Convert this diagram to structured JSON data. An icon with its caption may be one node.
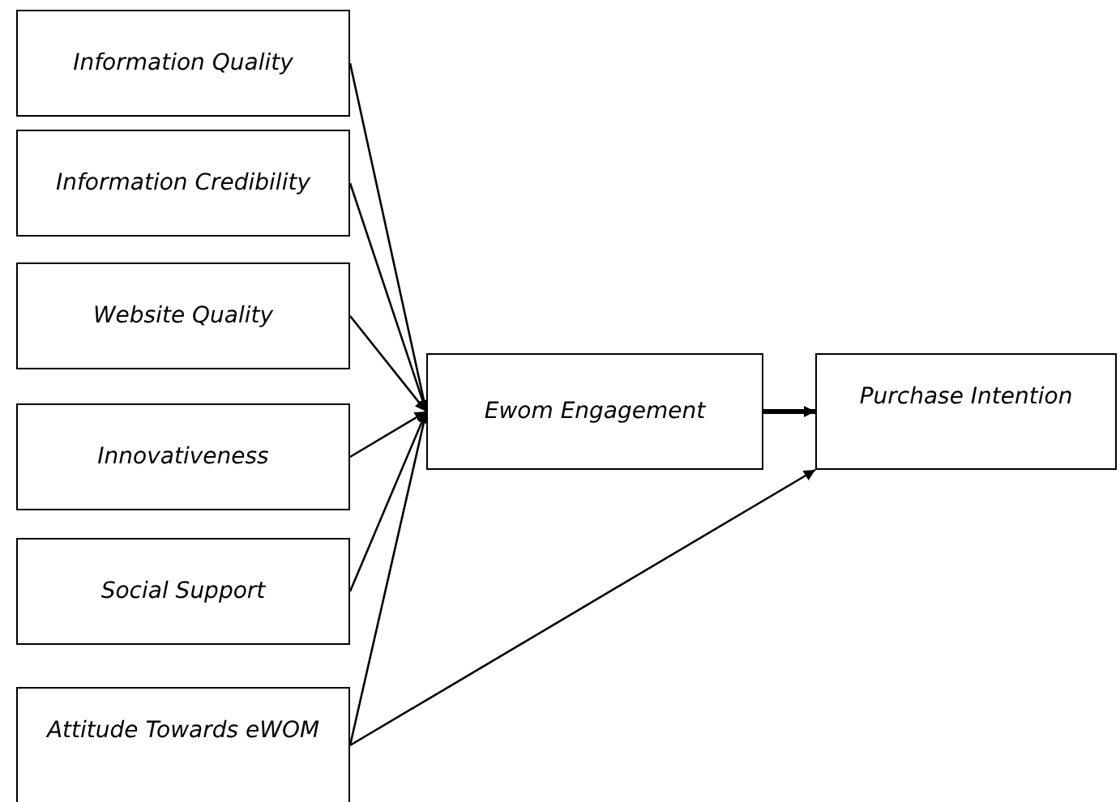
{
  "diagram": {
    "nodes": [
      {
        "text": [
          "Information Quality"
        ]
      },
      {
        "text": [
          "Information Credibility"
        ]
      },
      {
        "text": [
          "Website Quality"
        ]
      },
      {
        "text": [
          "Innovativeness"
        ]
      },
      {
        "text": [
          "Social Support"
        ]
      },
      {
        "text": [
          "Attitude Towards eWOM"
        ]
      },
      {
        "text": [
          "Ewom Engagement"
        ]
      },
      {
        "text": [
          "Purchase Intention"
        ]
      }
    ],
    "edges": [
      {
        "from": 0,
        "to": 6,
        "arrow": "to"
      },
      {
        "from": 1,
        "to": 6,
        "arrow": "to"
      },
      {
        "from": 2,
        "to": 6,
        "arrow": "to"
      },
      {
        "from": 3,
        "to": 6,
        "arrow": "to"
      },
      {
        "from": 4,
        "to": 6,
        "arrow": "to"
      },
      {
        "from": 5,
        "to": 6,
        "arrow": "to"
      },
      {
        "from": 6,
        "to": 7,
        "arrow": "to",
        "style": "thick"
      },
      {
        "from": 5,
        "to": 7,
        "arrow": "to"
      }
    ]
  }
}
